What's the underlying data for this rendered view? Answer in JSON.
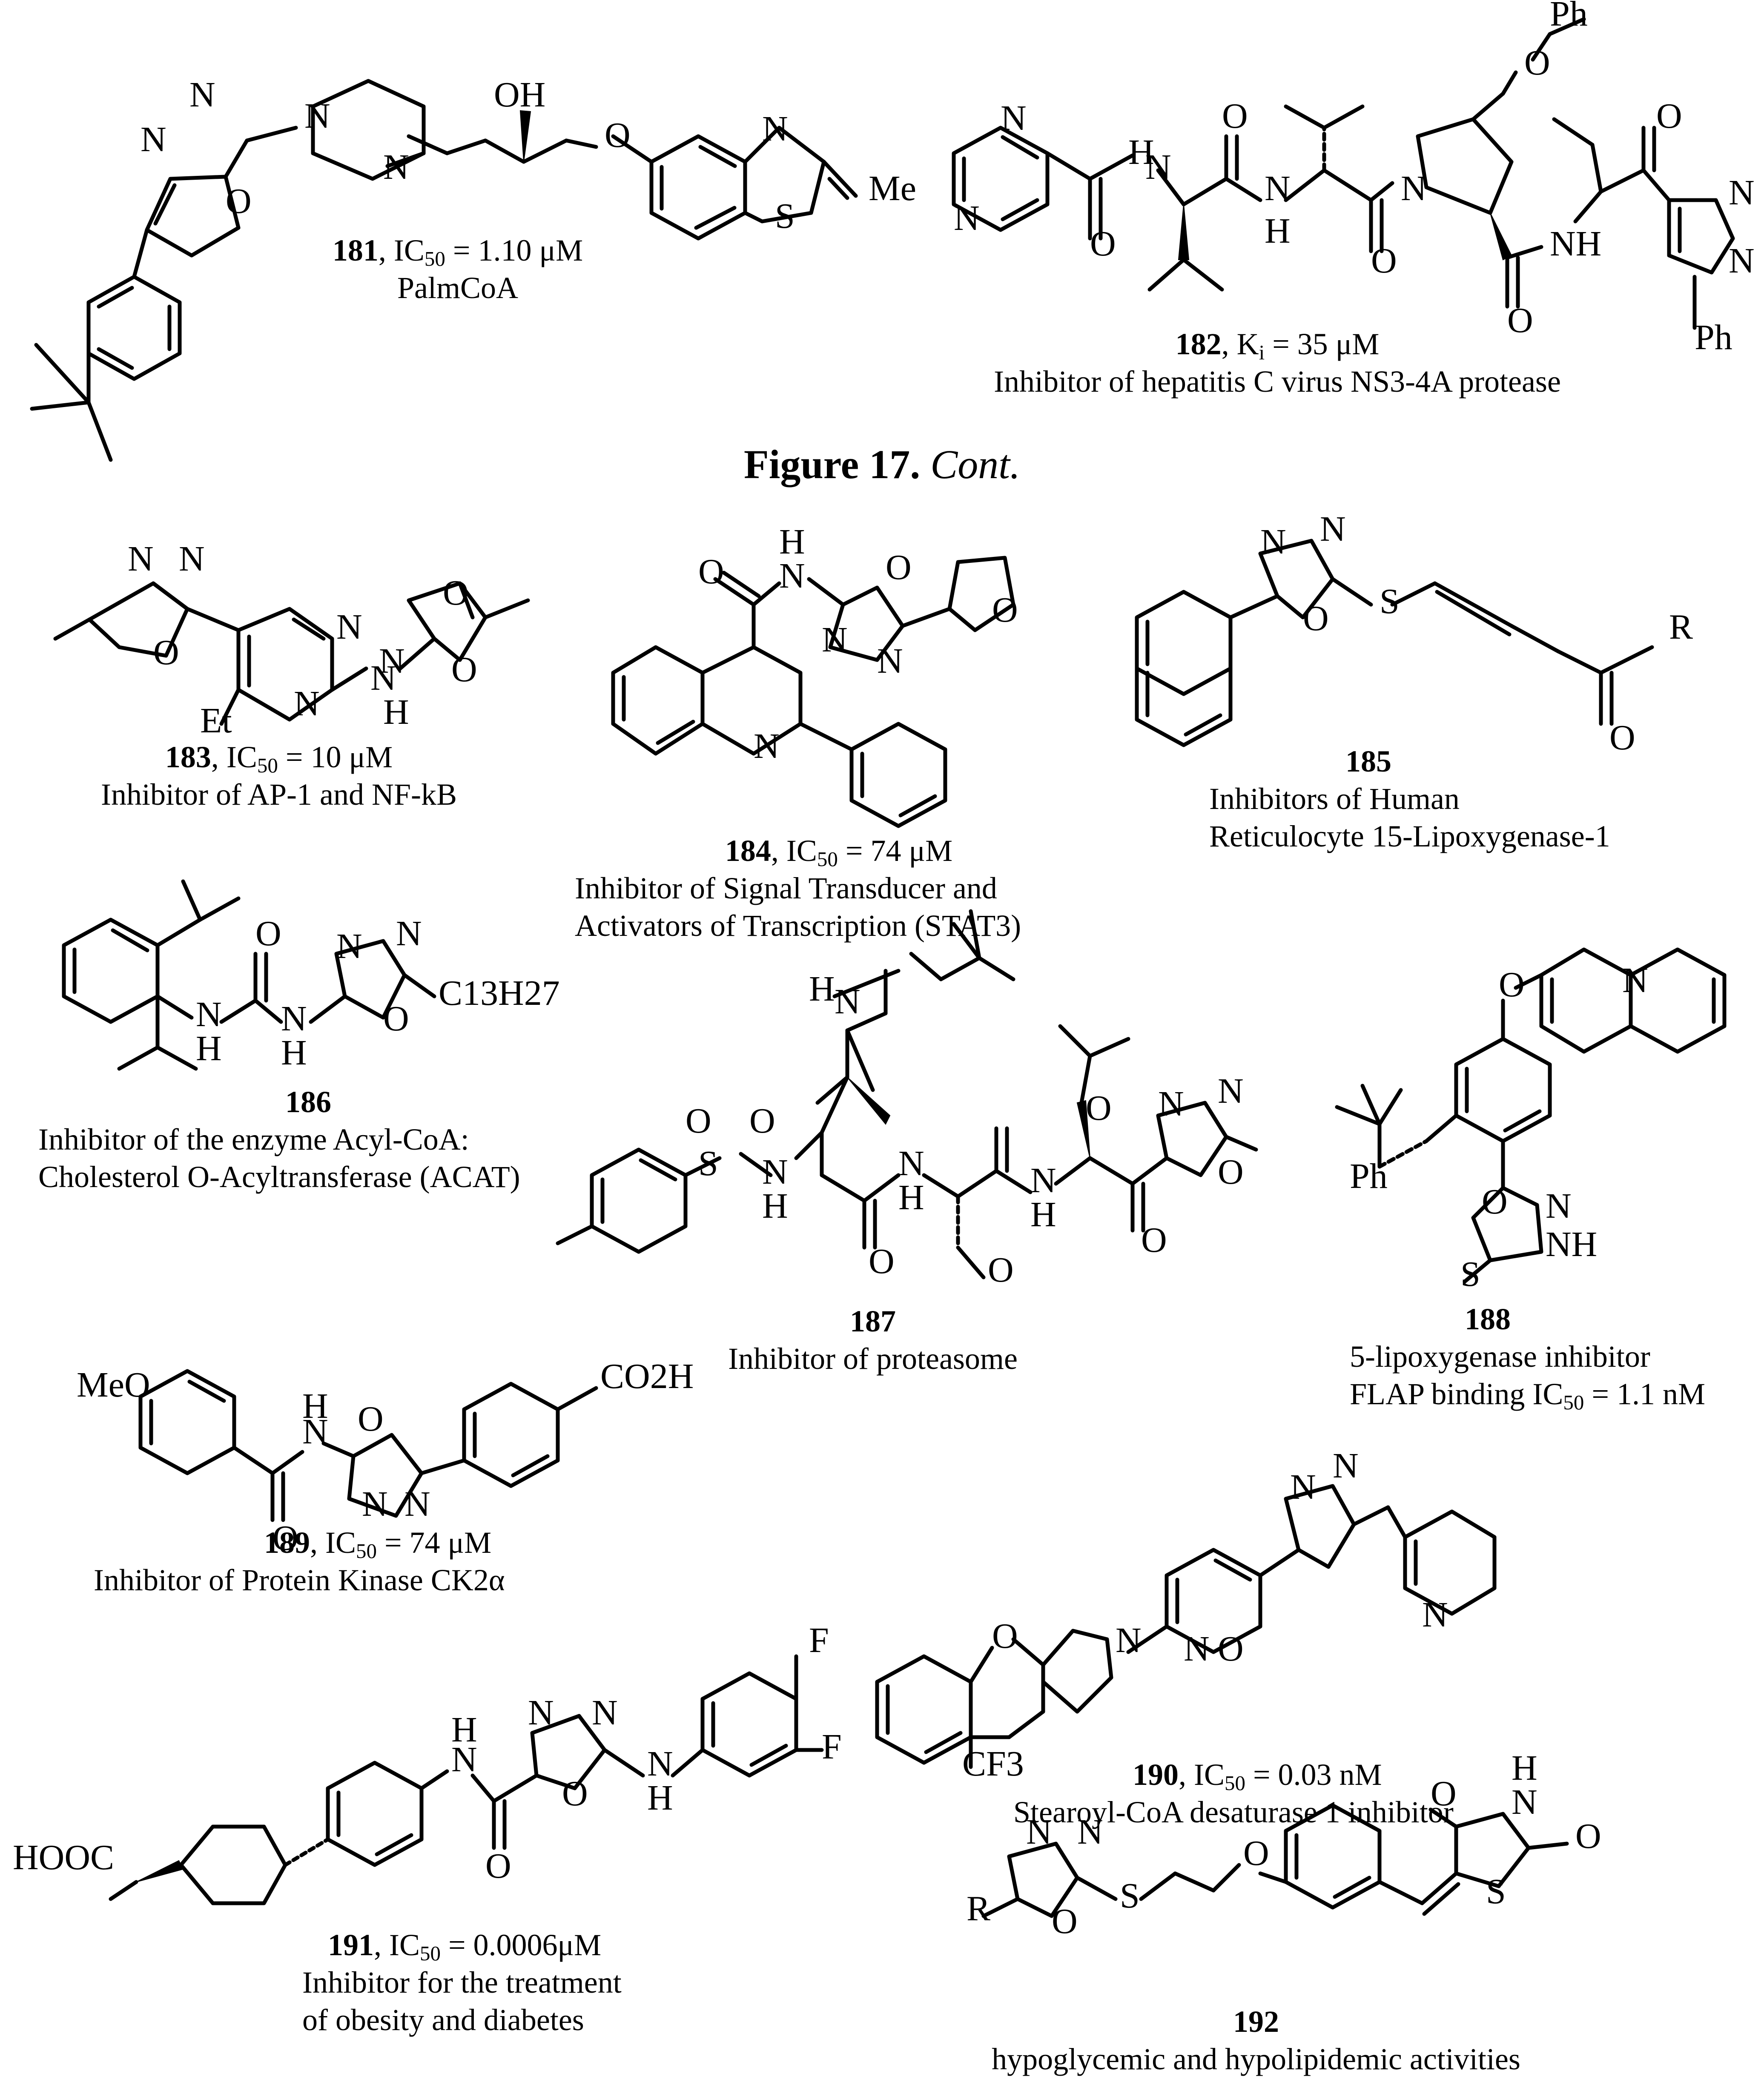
{
  "figure_title": {
    "label": "Figure 17.",
    "suffix": "Cont."
  },
  "compounds": [
    {
      "id": "181",
      "activity": "IC50 = 1.10 μM",
      "value_text": " = 1.10 μM",
      "metric": "IC",
      "metric_sub": "50",
      "desc": [
        "PalmCoA"
      ]
    },
    {
      "id": "182",
      "activity": "Ki = 35 μM",
      "value_text": " = 35 μM",
      "metric": "K",
      "metric_sub": "i",
      "desc": [
        "Inhibitor of hepatitis C virus NS3-4A protease"
      ]
    },
    {
      "id": "183",
      "activity": "IC50 = 10 μM",
      "value_text": " = 10 μM",
      "metric": "IC",
      "metric_sub": "50",
      "desc": [
        "Inhibitor of AP-1 and NF-kB"
      ]
    },
    {
      "id": "184",
      "activity": "IC50 = 74 μM",
      "value_text": " = 74 μM",
      "metric": "IC",
      "metric_sub": "50",
      "desc": [
        "Inhibitor of Signal Transducer and",
        "Activators of Transcription (STAT3)"
      ]
    },
    {
      "id": "185",
      "desc": [
        "Inhibitors of Human",
        "Reticulocyte 15-Lipoxygenase-1"
      ]
    },
    {
      "id": "186",
      "desc": [
        "Inhibitor of the enzyme Acyl-CoA:",
        "Cholesterol O-Acyltransferase (ACAT)"
      ]
    },
    {
      "id": "187",
      "desc": [
        "Inhibitor of proteasome"
      ]
    },
    {
      "id": "188",
      "desc": [
        "5-lipoxygenase inhibitor",
        "FLAP binding IC50 = 1.1 nM"
      ],
      "desc2_prefix": "FLAP binding IC",
      "desc2_sub": "50",
      "desc2_suffix": " = 1.1 nM"
    },
    {
      "id": "189",
      "activity": "IC50 = 74 μM",
      "value_text": " = 74 μM",
      "metric": "IC",
      "metric_sub": "50",
      "desc": [
        "Inhibitor of Protein Kinase CK2α"
      ]
    },
    {
      "id": "190",
      "activity": "IC50 = 0.03 nM",
      "value_text": " = 0.03 nM",
      "metric": "IC",
      "metric_sub": "50",
      "desc": [
        "Stearoyl-CoA desaturase 1 inhibitor"
      ]
    },
    {
      "id": "191",
      "activity": "IC50 = 0.0006μM",
      "value_text": " = 0.0006μM",
      "metric": "IC",
      "metric_sub": "50",
      "desc": [
        "Inhibitor for the treatment",
        "of obesity and diabetes"
      ]
    },
    {
      "id": "192",
      "desc": [
        "hypoglycemic and hypolipidemic activities"
      ]
    }
  ],
  "atom_labels": {
    "c181": [
      "N",
      "N",
      "O",
      "N",
      "N",
      "OH",
      "O",
      "N",
      "S",
      "Me"
    ],
    "c182": [
      "Ph",
      "O",
      "N",
      "N",
      "H",
      "N",
      "O",
      "N",
      "H",
      "O",
      "N",
      "O",
      "NH",
      "O",
      "O",
      "N",
      "N",
      "Ph"
    ],
    "c183": [
      "N",
      "N",
      "O",
      "N",
      "N",
      "O",
      "N",
      "O",
      "Et",
      "N",
      "H"
    ],
    "c184": [
      "O",
      "N",
      "H",
      "O",
      "N",
      "N",
      "O",
      "N"
    ],
    "c185": [
      "N",
      "N",
      "O",
      "S",
      "O",
      "R"
    ],
    "c186": [
      "O",
      "N",
      "H",
      "N",
      "H",
      "N",
      "N",
      "O",
      "C13H27"
    ],
    "c187": [
      "H",
      "N",
      "O",
      "O",
      "S",
      "O",
      "N",
      "H",
      "O",
      "N",
      "H",
      "O",
      "N",
      "H",
      "O",
      "N",
      "N",
      "O"
    ],
    "c188": [
      "O",
      "N",
      "Ph",
      "O",
      "N",
      "NH",
      "S"
    ],
    "c189": [
      "MeO",
      "N",
      "H",
      "O",
      "O",
      "N",
      "N",
      "CO2H"
    ],
    "c190": [
      "N",
      "N",
      "O",
      "N",
      "N",
      "N",
      "O",
      "CF3"
    ],
    "c191": [
      "HOOC",
      "N",
      "H",
      "O",
      "N",
      "N",
      "O",
      "N",
      "H",
      "F",
      "F"
    ],
    "c192": [
      "R",
      "N",
      "N",
      "O",
      "S",
      "O",
      "O",
      "N",
      "H",
      "O",
      "S"
    ]
  }
}
